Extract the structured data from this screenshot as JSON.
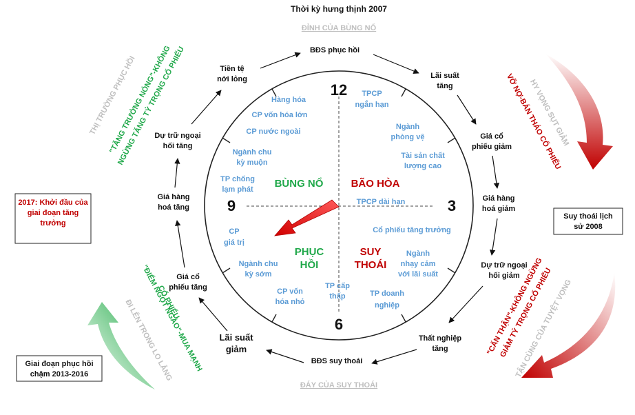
{
  "title": "Thời kỳ hưng thịnh 2007",
  "top_label": "ĐỈNH CỦA BÙNG NỔ",
  "bottom_label": "ĐÁY CỦA SUY THOÁI",
  "clock_numbers": {
    "n12": "12",
    "n3": "3",
    "n6": "6",
    "n9": "9"
  },
  "quadrants": {
    "bung_no": "BÙNG NỔ",
    "bao_hoa": "BÃO HÒA",
    "phuc_hoi_1": "PHỤC",
    "phuc_hoi_2": "HỒI",
    "suy_thoai_1": "SUY",
    "suy_thoai_2": "THOÁI"
  },
  "inner_items": {
    "hang_hoa": "Hàng hóa",
    "cp_von_hoa_lon": "CP vốn hóa lớn",
    "cp_nuoc_ngoai": "CP nước ngoài",
    "nganh_chu_ky_muon_1": "Ngành chu",
    "nganh_chu_ky_muon_2": "kỳ muộn",
    "tp_chong_lam_phat_1": "TP chống",
    "tp_chong_lam_phat_2": "lạm phát",
    "cp_gia_tri_1": "CP",
    "cp_gia_tri_2": "giá trị",
    "nganh_chu_ky_som_1": "Ngành chu",
    "nganh_chu_ky_som_2": "kỳ sớm",
    "cp_von_hoa_nho_1": "CP vốn",
    "cp_von_hoa_nho_2": "hóa nhỏ",
    "tp_cap_thap_1": "TP cấp",
    "tp_cap_thap_2": "thấp",
    "tpcp_ngan_han_1": "TPCP",
    "tpcp_ngan_han_2": "ngắn hạn",
    "nganh_phong_ve_1": "Ngành",
    "nganh_phong_ve_2": "phòng vệ",
    "tai_san_chat_luong_1": "Tài sản chất",
    "tai_san_chat_luong_2": "lượng cao",
    "tpcp_dai_han": "TPCP dài hạn",
    "cp_tang_truong": "Cổ phiếu tăng trưởng",
    "nganh_nhay_cam_1": "Ngành",
    "nganh_nhay_cam_2": "nhạy cảm",
    "nganh_nhay_cam_3": "với lãi suất",
    "tp_doanh_nghiep_1": "TP doanh",
    "tp_doanh_nghiep_2": "nghiệp"
  },
  "outer_nodes": {
    "bds_phuc_hoi": "BĐS phục hồi",
    "lai_suat_tang_1": "Lãi suất",
    "lai_suat_tang_2": "tăng",
    "gia_cp_giam_1": "Giá cổ",
    "gia_cp_giam_2": "phiếu giảm",
    "gia_hang_hoa_giam_1": "Giá hàng",
    "gia_hang_hoa_giam_2": "hoá giảm",
    "du_tru_giam_1": "Dự trữ ngoại",
    "du_tru_giam_2": "hối giảm",
    "that_nghiep_1": "Thất nghiệp",
    "that_nghiep_2": "tăng",
    "bds_suy_thoai": "BĐS suy thoái",
    "lai_suat_giam_1": "Lãi suất",
    "lai_suat_giam_2": "giảm",
    "gia_cp_tang_1": "Giá cổ",
    "gia_cp_tang_2": "phiếu tăng",
    "gia_hang_hoa_tang_1": "Giá hàng",
    "gia_hang_hoa_tang_2": "hoá tăng",
    "du_tru_tang_1": "Dự trữ ngoại",
    "du_tru_tang_2": "hối tăng",
    "tien_te_1": "Tiền tệ",
    "tien_te_2": "nới lỏng"
  },
  "side_notes": {
    "thi_truong_phuc_hoi": "THỊ TRƯỜNG PHỤC HỒI",
    "tang_truong_nong_1": "\"TĂNG TRƯỞNG NÓNG\"-KHÔNG",
    "tang_truong_nong_2": "NGỪNG TĂNG TỶ TRỌNG CỔ PHIẾU",
    "hy_vong_sut_giam": "HY VỌNG SỤT GIẢM",
    "vo_no_ban_thao": "VỠ NỢ-BÁN THÁO CỔ PHIẾU",
    "can_than_1": "\"CẨN THẬN\"-KHÔNG NGỪNG",
    "can_than_2": "GIẢM TỶ TRỌNG CỔ PHIẾU",
    "tan_cung": "TẬN CÙNG CỦA TUYỆT VỌNG",
    "diem_ngot_ngao_1": "\"ĐIỂM NGỌT NGÀO\"-MUA MẠNH",
    "diem_ngot_ngao_2": "CỔ PHIẾU",
    "di_len_trong_lo_lang": "ĐI LÊN TRONG LO LẮNG"
  },
  "boxes": {
    "khoi_dau_1": "2017: Khởi đầu của",
    "khoi_dau_2": "giai đoạn tăng",
    "khoi_dau_3": "trưởng",
    "suy_thoai_1": "Suy thoái lịch",
    "suy_thoai_2": "sử 2008",
    "phuc_hoi_cham_1": "Giai đoạn phục hồi",
    "phuc_hoi_cham_2": "chậm 2013-2016"
  },
  "colors": {
    "green": "#20a84a",
    "red": "#c00000",
    "blue": "#5b9bd5",
    "grey": "#bfbfbf",
    "dark": "#1a1a1a"
  }
}
